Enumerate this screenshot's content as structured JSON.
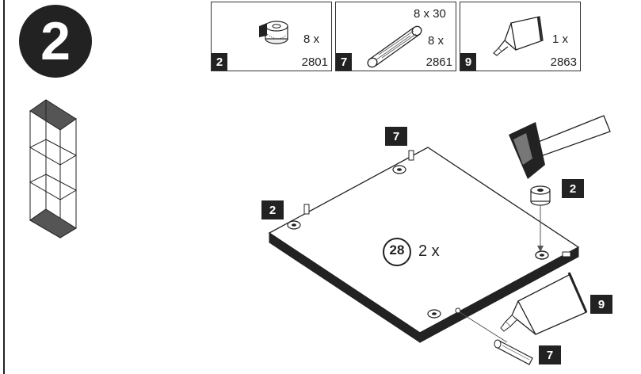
{
  "step": {
    "number": "2"
  },
  "parts": [
    {
      "tag": "2",
      "quantity": "8 x",
      "code": "2801",
      "icon": "cam-lock-icon"
    },
    {
      "tag": "7",
      "dimension": "8 x 30",
      "quantity": "8 x",
      "code": "2861",
      "icon": "dowel-icon"
    },
    {
      "tag": "9",
      "quantity": "1 x",
      "code": "2863",
      "icon": "glue-tube-icon"
    }
  ],
  "assembly": {
    "callouts": [
      {
        "tag": "7"
      },
      {
        "tag": "2"
      },
      {
        "tag": "2"
      },
      {
        "tag": "9"
      },
      {
        "tag": "7"
      }
    ],
    "panel_quantity": {
      "badge": "28",
      "text": "2 x"
    }
  }
}
